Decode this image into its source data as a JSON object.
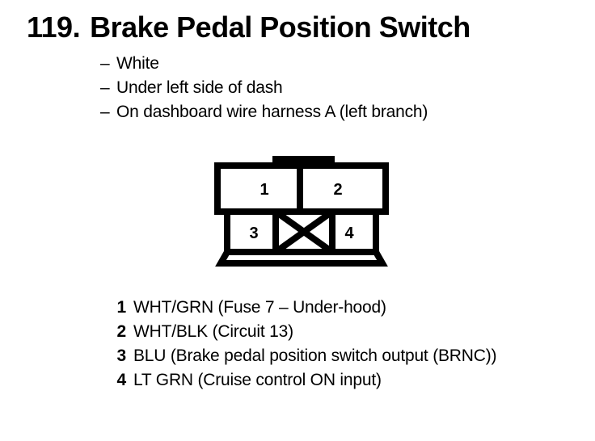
{
  "page": {
    "background_color": "#FFFFFF",
    "ink_color": "#000000"
  },
  "header": {
    "item_number": "119.",
    "title": "Brake Pedal Position Switch"
  },
  "attributes": {
    "bullet_marker": "–",
    "items": [
      "White",
      "Under left side of dash",
      "On dashboard wire harness A (left branch)"
    ]
  },
  "connector": {
    "description": "4-cavity connector face view with locking tab on top and flared base",
    "upper_row": [
      {
        "label": "1",
        "blanked": false
      },
      {
        "label": "2",
        "blanked": false
      }
    ],
    "lower_row": [
      {
        "label": "3",
        "blanked": false
      },
      {
        "label": "",
        "blanked": true
      },
      {
        "label": "4",
        "blanked": false
      }
    ]
  },
  "pin_legend": [
    {
      "pin": "1",
      "text": "WHT/GRN (Fuse 7 – Under-hood)"
    },
    {
      "pin": "2",
      "text": "WHT/BLK (Circuit 13)"
    },
    {
      "pin": "3",
      "text": "BLU (Brake pedal position switch output (BRNC))"
    },
    {
      "pin": "4",
      "text": "LT GRN (Cruise control ON input)"
    }
  ]
}
